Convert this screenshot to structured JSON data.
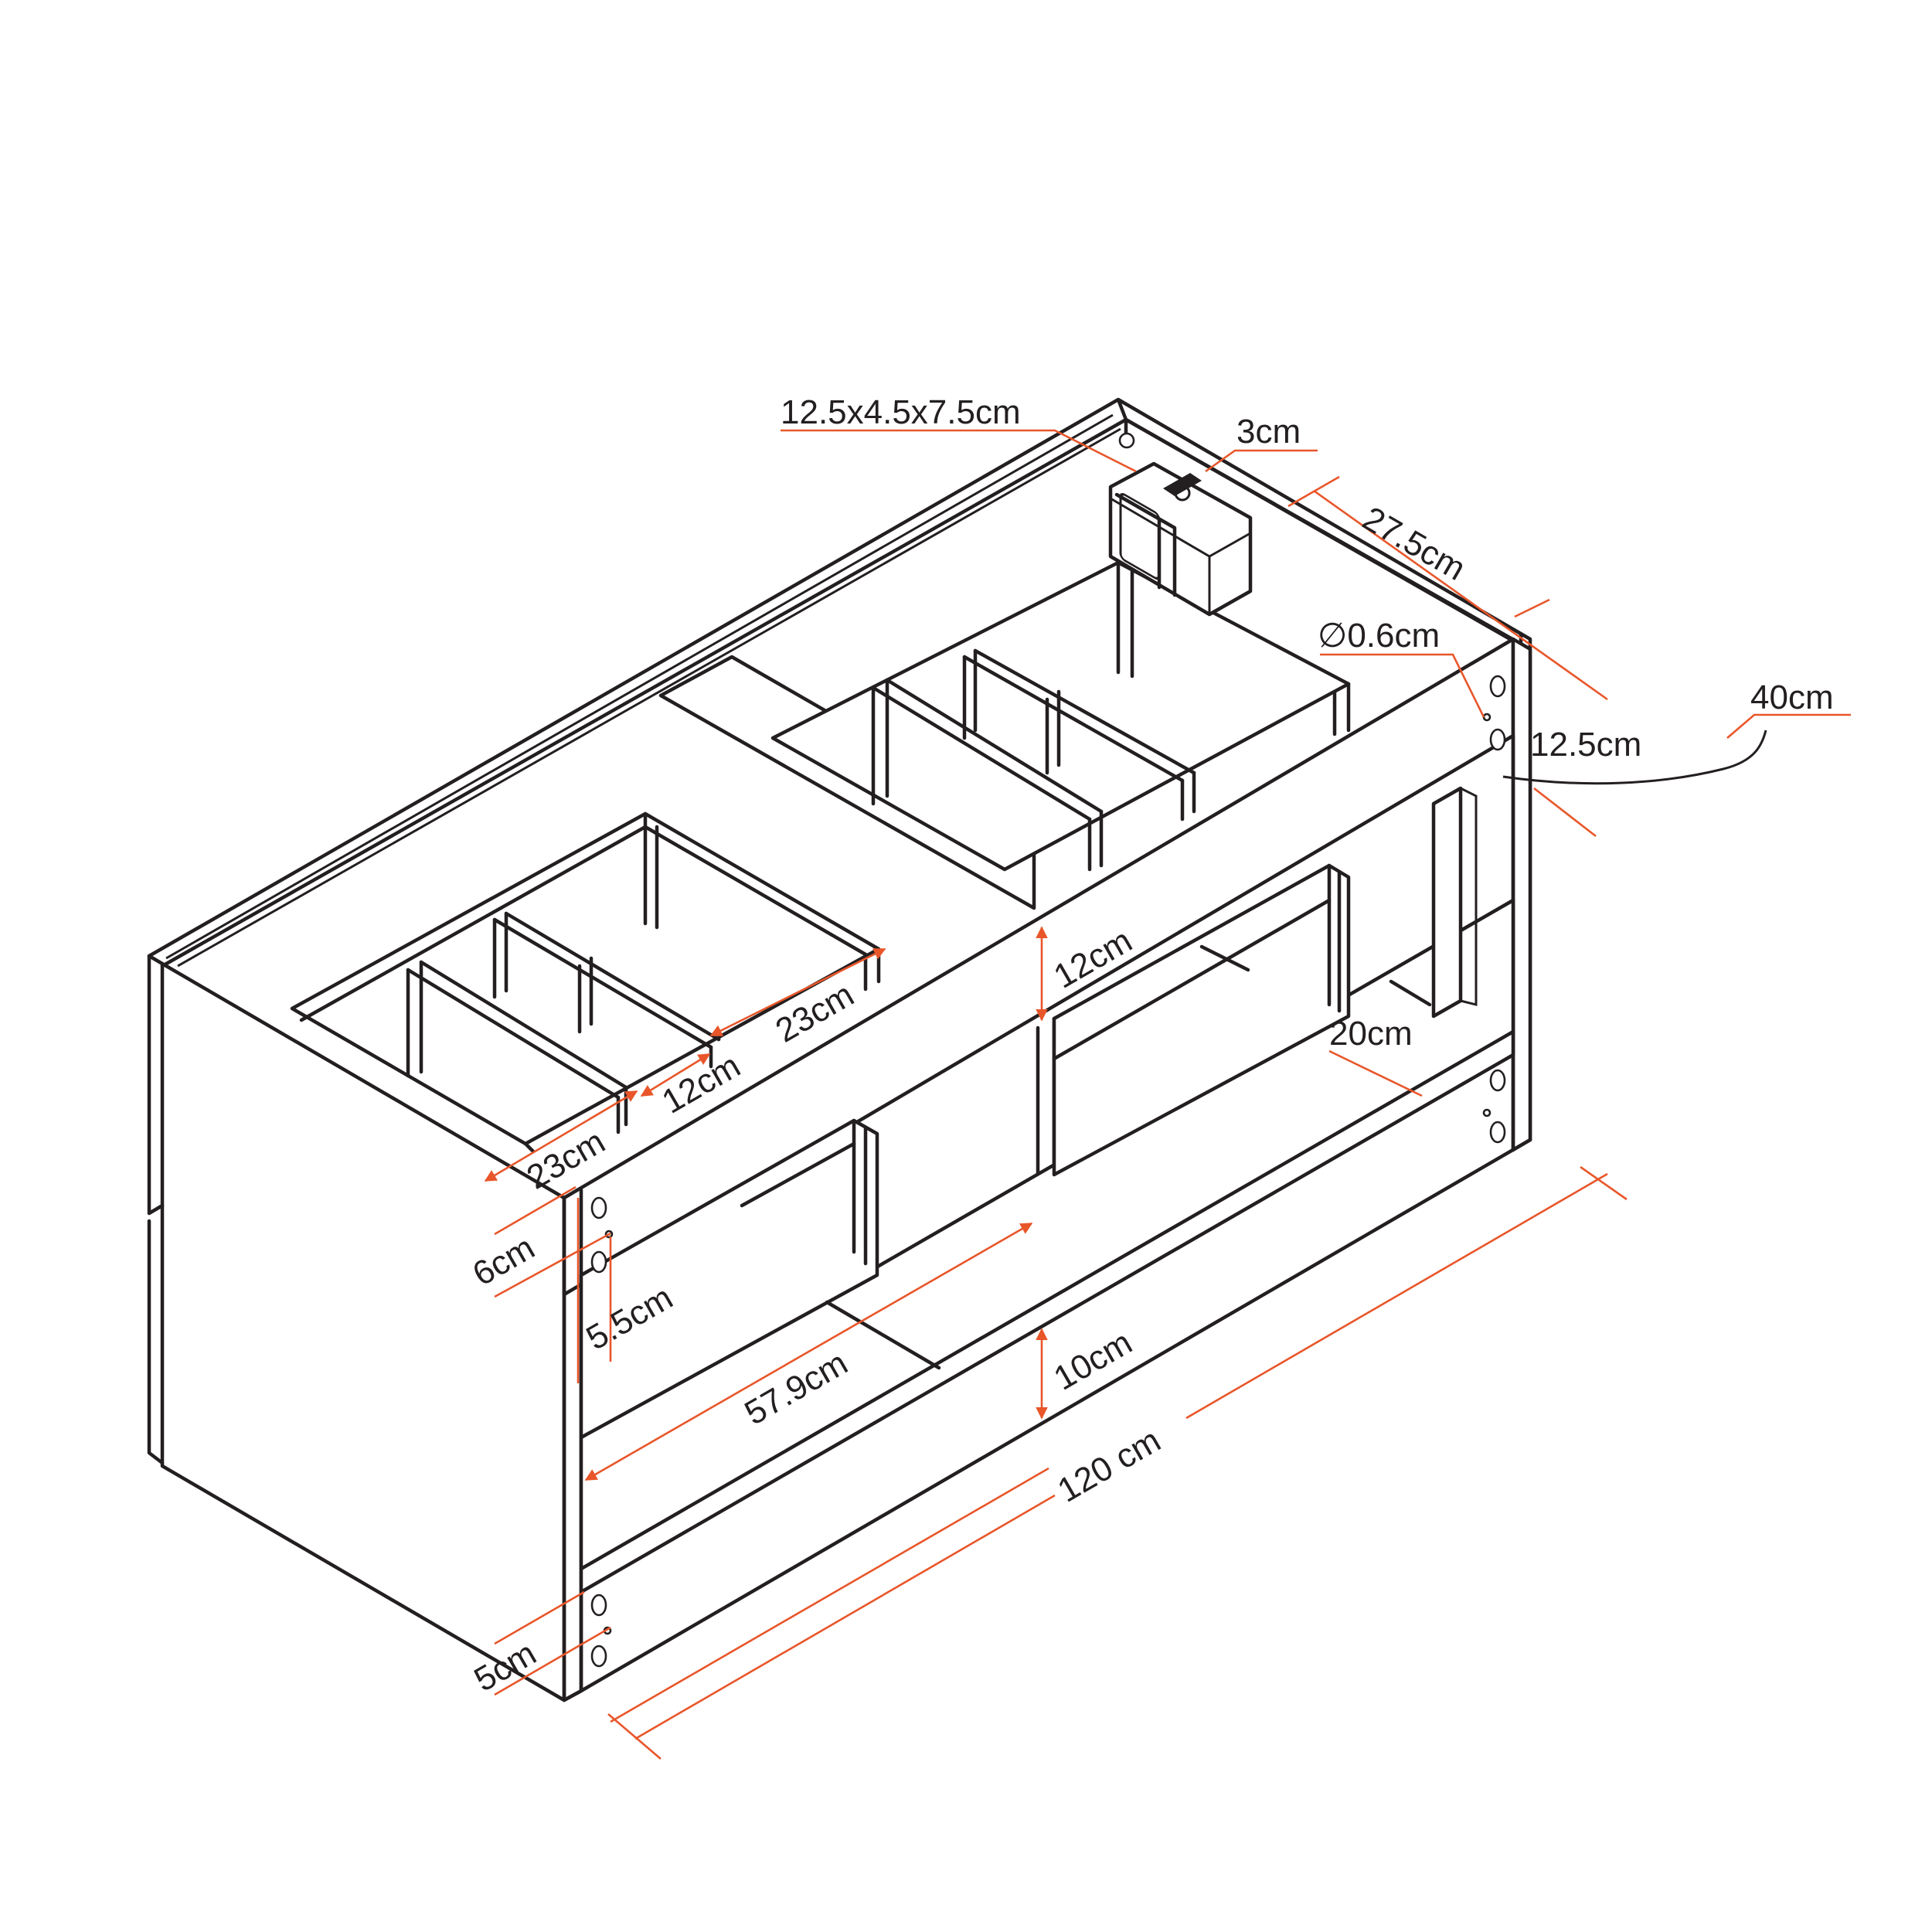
{
  "dimensions": {
    "led_box": "12.5x4.5x7.5cm",
    "back_rail": "3cm",
    "depth": "27.5cm",
    "hole_diameter": "∅0.6cm",
    "rail_height_top": "12.5cm",
    "cable_length": "40cm",
    "divider_height": "12cm",
    "compartment_a": "23cm",
    "compartment_b": "12cm",
    "compartment_c": "23cm",
    "shelf_depth": "20cm",
    "top_hole_offset": "6cm",
    "hole_spacing": "5.5cm",
    "drawer_width": "57.9cm",
    "bottom_rail_height": "10cm",
    "total_width": "120  cm",
    "bottom_hole_offset": "5cm"
  },
  "colors": {
    "line": "#231f20",
    "dimension": "#e8562a"
  }
}
